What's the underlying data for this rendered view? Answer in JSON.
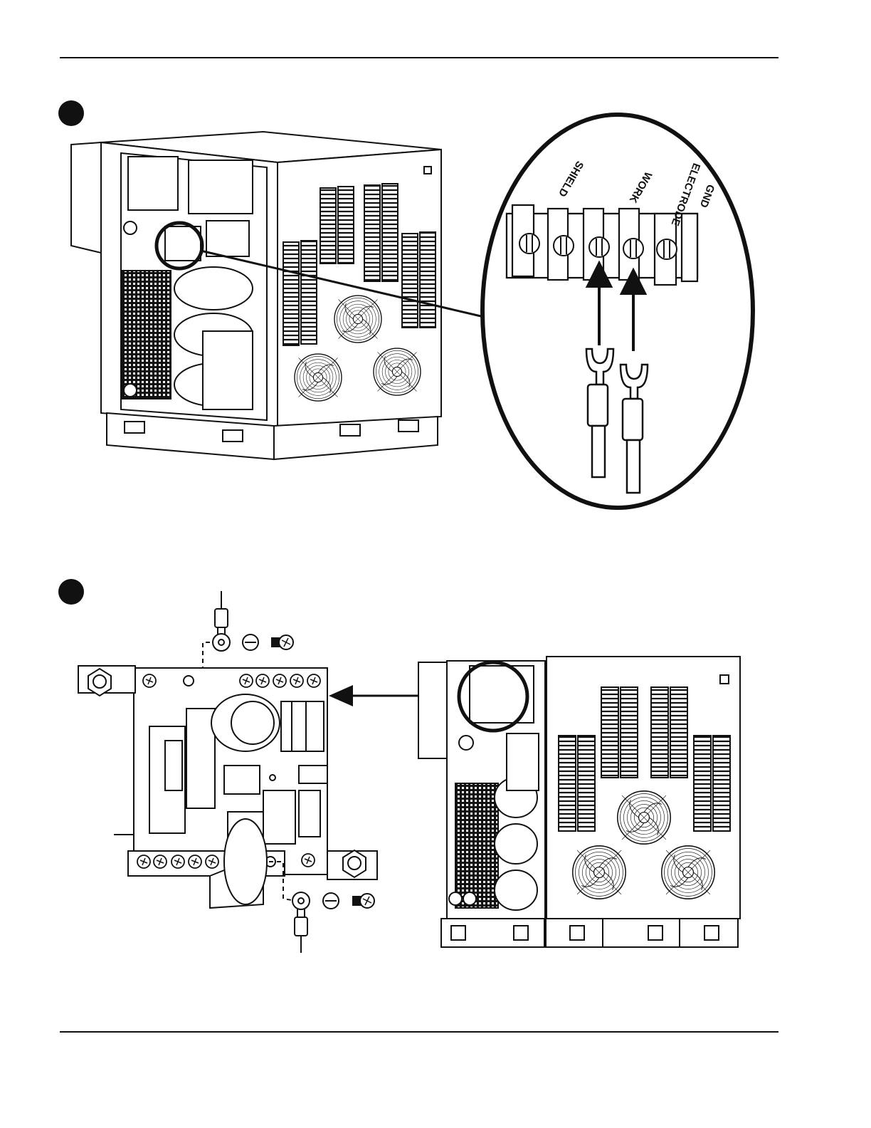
{
  "figure_1": {
    "terminal_labels": {
      "shield": "SHIELD",
      "work": "WORK",
      "electrode": "ELECTRODE",
      "gnd": "GND"
    }
  },
  "colors": {
    "ink": "#111111",
    "paper": "#ffffff"
  }
}
